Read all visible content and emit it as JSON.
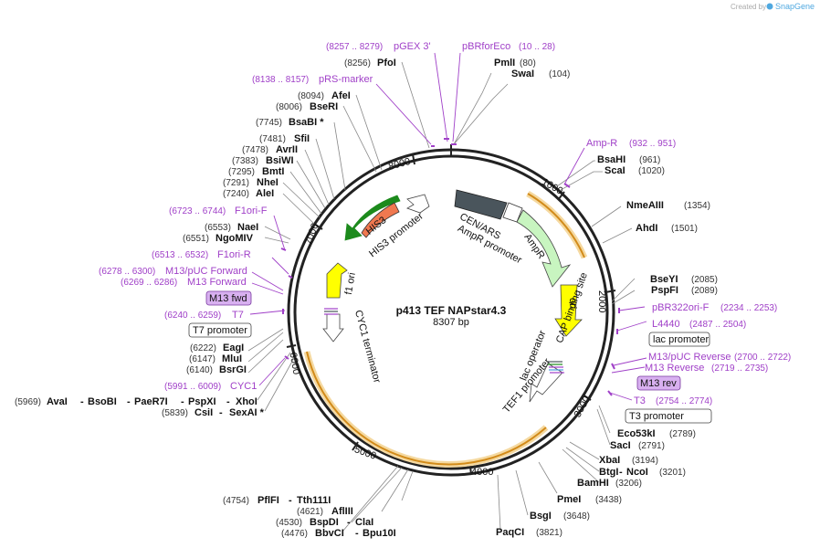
{
  "app": {
    "credit_prefix": "Created by",
    "credit_brand": "SnapGene"
  },
  "plasmid": {
    "name": "p413 TEF NAPstar4.3",
    "length": "8307 bp"
  },
  "ticks": [
    "1000",
    "2000",
    "3000",
    "4000",
    "5000",
    "6000",
    "7000",
    "8000"
  ],
  "enzymes": [
    {
      "name": "PmlI",
      "pos": "(80)"
    },
    {
      "name": "SwaI",
      "pos": "(104)"
    },
    {
      "name": "BsaHI",
      "pos": "(961)"
    },
    {
      "name": "ScaI",
      "pos": "(1020)"
    },
    {
      "name": "NmeAIII",
      "pos": "(1354)"
    },
    {
      "name": "AhdI",
      "pos": "(1501)"
    },
    {
      "name": "BseYI",
      "pos": "(2085)"
    },
    {
      "name": "PspFI",
      "pos": "(2089)"
    },
    {
      "name": "Eco53kI",
      "pos": "(2789)"
    },
    {
      "name": "SacI",
      "pos": "(2791)"
    },
    {
      "name": "XbaI",
      "pos": "(3194)"
    },
    {
      "name": "BtgI",
      "pos": "(3201)"
    },
    {
      "name": "NcoI",
      "pos": ""
    },
    {
      "name": "BamHI",
      "pos": "(3206)"
    },
    {
      "name": "PmeI",
      "pos": "(3438)"
    },
    {
      "name": "BsgI",
      "pos": "(3648)"
    },
    {
      "name": "PaqCI",
      "pos": "(3821)"
    },
    {
      "name": "PflFI",
      "pos": "(4754)"
    },
    {
      "name": "Tth111I",
      "pos": ""
    },
    {
      "name": "AflIII",
      "pos": "(4621)"
    },
    {
      "name": "BspDI",
      "pos": "(4530)"
    },
    {
      "name": "ClaI",
      "pos": ""
    },
    {
      "name": "BbvCI",
      "pos": "(4476)"
    },
    {
      "name": "Bpu10I",
      "pos": ""
    },
    {
      "name": "AvaI",
      "pos": "(5969)"
    },
    {
      "name": "BsoBI",
      "pos": ""
    },
    {
      "name": "PaeR7I",
      "pos": ""
    },
    {
      "name": "PspXI",
      "pos": ""
    },
    {
      "name": "XhoI",
      "pos": ""
    },
    {
      "name": "CsiI",
      "pos": "(5839)"
    },
    {
      "name": "SexAI *",
      "pos": ""
    },
    {
      "name": "EagI",
      "pos": "(6222)"
    },
    {
      "name": "MluI",
      "pos": "(6147)"
    },
    {
      "name": "BsrGI",
      "pos": "(6140)"
    },
    {
      "name": "AleI",
      "pos": "(7240)"
    },
    {
      "name": "NheI",
      "pos": "(7291)"
    },
    {
      "name": "BmtI",
      "pos": "(7295)"
    },
    {
      "name": "BsiWI",
      "pos": "(7383)"
    },
    {
      "name": "AvrII",
      "pos": "(7478)"
    },
    {
      "name": "SfiI",
      "pos": "(7481)"
    },
    {
      "name": "BsaBI *",
      "pos": "(7745)"
    },
    {
      "name": "BseRI",
      "pos": "(8006)"
    },
    {
      "name": "AfeI",
      "pos": "(8094)"
    },
    {
      "name": "PfoI",
      "pos": "(8256)"
    },
    {
      "name": "NaeI",
      "pos": "(6553)"
    },
    {
      "name": "NgoMIV",
      "pos": "(6551)"
    }
  ],
  "primers": [
    {
      "name": "pGEX 3'",
      "range": "(8257 .. 8279)"
    },
    {
      "name": "pBRforEco",
      "range": "(10 .. 28)"
    },
    {
      "name": "pRS-marker",
      "range": "(8138 .. 8157)"
    },
    {
      "name": "Amp-R",
      "range": "(932 .. 951)"
    },
    {
      "name": "F1ori-F",
      "range": "(6723 .. 6744)"
    },
    {
      "name": "F1ori-R",
      "range": "(6513 .. 6532)"
    },
    {
      "name": "M13/pUC Forward",
      "range": "(6278 .. 6300)"
    },
    {
      "name": "M13 Forward",
      "range": "(6269 .. 6286)"
    },
    {
      "name": "T7",
      "range": "(6240 .. 6259)"
    },
    {
      "name": "CYC1",
      "range": "(5991 .. 6009)"
    },
    {
      "name": "pBR322ori-F",
      "range": "(2234 .. 2253)"
    },
    {
      "name": "L4440",
      "range": "(2487 .. 2504)"
    },
    {
      "name": "M13/pUC Reverse",
      "range": "(2700 .. 2722)"
    },
    {
      "name": "M13 Reverse",
      "range": "(2719 .. 2735)"
    },
    {
      "name": "T3",
      "range": "(2754 .. 2774)"
    }
  ],
  "boxes": [
    "M13 fwd",
    "T7 promoter",
    "lac promoter",
    "M13 rev",
    "T3 promoter"
  ],
  "features": [
    "HIS3",
    "HIS3 promoter",
    "CEN/ARS",
    "AmpR promoter",
    "AmpR",
    "ori",
    "CAP binding site",
    "lac operator",
    "TEF1 promoter",
    "f1 ori",
    "CYC1 terminator"
  ],
  "colors": {
    "primer": "#a040c8",
    "his3": "#f07850",
    "ampr": "#c8f5c0",
    "ori": "#ffff00",
    "cen": "#4a555c",
    "orange": "#f0a830",
    "m13box": "#d8b0f0"
  }
}
